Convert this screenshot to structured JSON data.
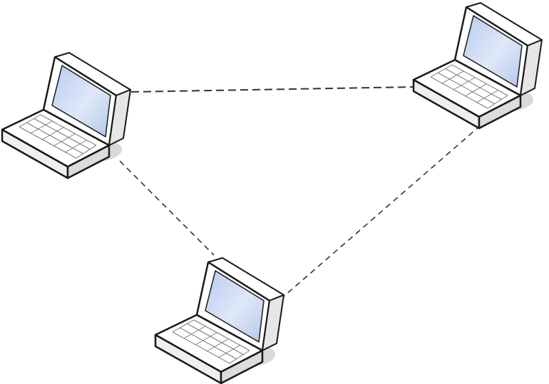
{
  "diagram": {
    "type": "peer-to-peer network",
    "nodes": [
      {
        "id": "laptop-left",
        "icon": "laptop-icon"
      },
      {
        "id": "laptop-right",
        "icon": "laptop-icon"
      },
      {
        "id": "laptop-bottom",
        "icon": "laptop-icon"
      }
    ],
    "links": [
      {
        "from": "laptop-left",
        "to": "laptop-right",
        "style": "dashed"
      },
      {
        "from": "laptop-left",
        "to": "laptop-bottom",
        "style": "dashed"
      },
      {
        "from": "laptop-right",
        "to": "laptop-bottom",
        "style": "dashed"
      }
    ],
    "colors": {
      "screen": "#c6d6f2",
      "outline": "#1a1a1a",
      "body": "#ffffff",
      "shadow": "#d9d9d9",
      "link": "#333333"
    }
  }
}
